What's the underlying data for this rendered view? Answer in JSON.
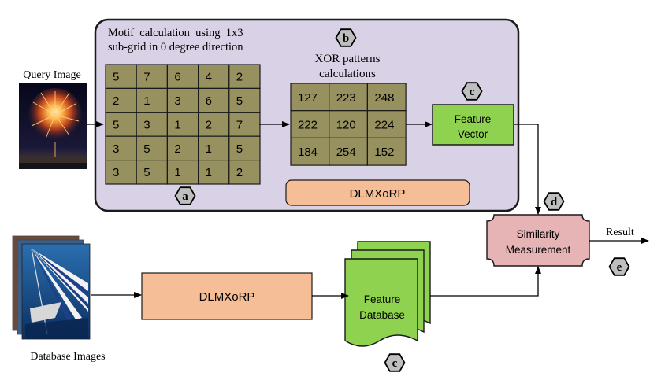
{
  "query_label": "Query Image",
  "database_label": "Database Images",
  "motif_caption_line1": "Motif  calculation  using  1x3",
  "motif_caption_line2": "sub-grid in 0 degree direction",
  "xor_caption_line1": "XOR patterns",
  "xor_caption_line2": "calculations",
  "motif_grid": [
    [
      "5",
      "7",
      "6",
      "4",
      "2"
    ],
    [
      "2",
      "1",
      "3",
      "6",
      "5"
    ],
    [
      "5",
      "3",
      "1",
      "2",
      "7"
    ],
    [
      "3",
      "5",
      "2",
      "1",
      "5"
    ],
    [
      "3",
      "5",
      "1",
      "1",
      "2"
    ]
  ],
  "xor_grid": [
    [
      "127",
      "223",
      "248"
    ],
    [
      "222",
      "120",
      "224"
    ],
    [
      "184",
      "254",
      "152"
    ]
  ],
  "feature_vector_line1": "Feature",
  "feature_vector_line2": "Vector",
  "dlmxorp_inner_label": "DLMXoRP",
  "dlmxorp_db_label": "DLMXoRP",
  "feature_database_line1": "Feature",
  "feature_database_line2": "Database",
  "similarity_line1": "Similarity",
  "similarity_line2": "Measurement",
  "result_label": "Result",
  "step_labels": {
    "a": "a",
    "b": "b",
    "c1": "c",
    "c2": "c",
    "d": "d",
    "e": "e"
  },
  "colors": {
    "panel_fill": "#d9d2e6",
    "grid_fill": "#96915f",
    "feature_vector_fill": "#8fd24f",
    "dlmxorp_fill": "#f5be96",
    "similarity_fill": "#e7b4b6",
    "badge_fill": "#bfbfbf",
    "feature_db_fill": "#8fd24f"
  }
}
